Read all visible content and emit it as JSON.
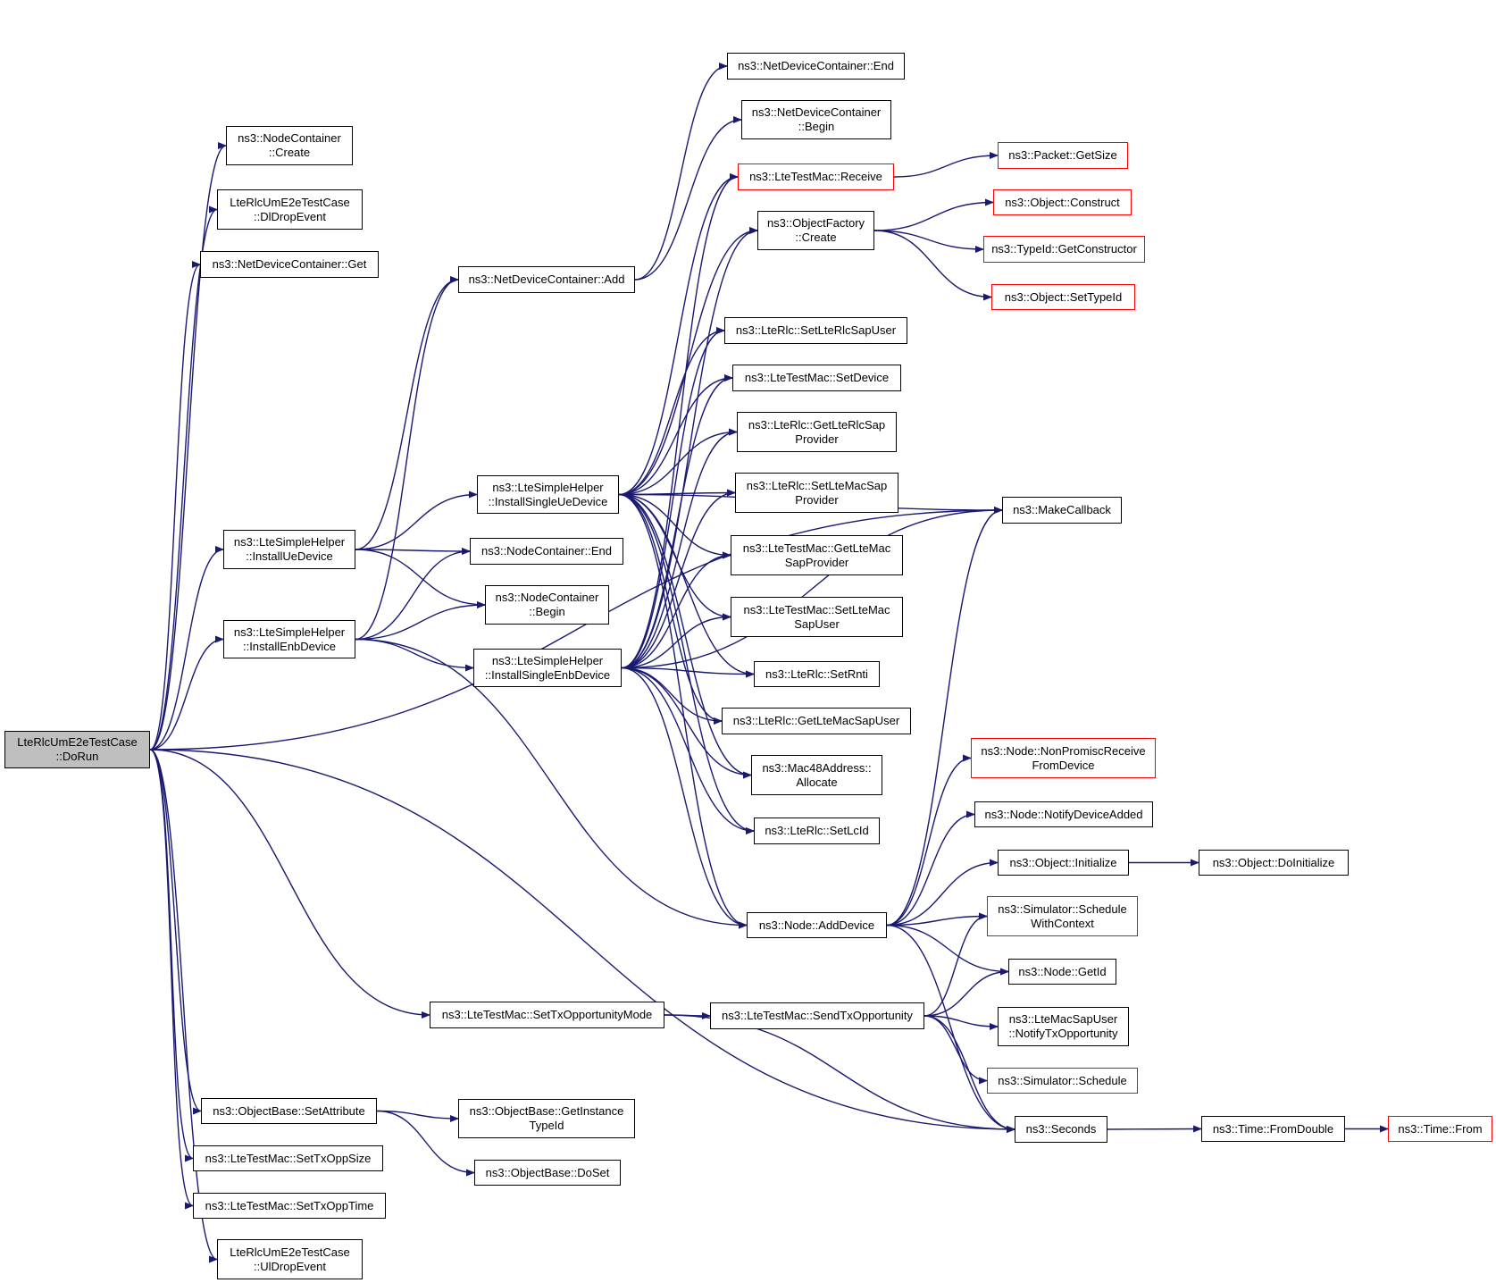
{
  "colors": {
    "edge": "#191970",
    "node_border": "#000000",
    "truncated_border": "#ff0000",
    "root_fill": "#bfbfbf"
  },
  "nodes": [
    {
      "id": "root",
      "lines": [
        "LteRlcUmE2eTestCase",
        "::DoRun"
      ]
    },
    {
      "id": "nc_create",
      "lines": [
        "ns3::NodeContainer",
        "::Create"
      ]
    },
    {
      "id": "dldrop",
      "lines": [
        "LteRlcUmE2eTestCase",
        "::DlDropEvent"
      ]
    },
    {
      "id": "ndc_get",
      "lines": [
        "ns3::NetDeviceContainer::Get"
      ]
    },
    {
      "id": "inst_ue",
      "lines": [
        "ns3::LteSimpleHelper",
        "::InstallUeDevice"
      ]
    },
    {
      "id": "inst_enb",
      "lines": [
        "ns3::LteSimpleHelper",
        "::InstallEnbDevice"
      ]
    },
    {
      "id": "set_txopp_mode",
      "lines": [
        "ns3::LteTestMac::SetTxOpportunityMode"
      ]
    },
    {
      "id": "set_attr",
      "lines": [
        "ns3::ObjectBase::SetAttribute"
      ]
    },
    {
      "id": "set_txopp_size",
      "lines": [
        "ns3::LteTestMac::SetTxOppSize"
      ]
    },
    {
      "id": "set_txopp_time",
      "lines": [
        "ns3::LteTestMac::SetTxOppTime"
      ]
    },
    {
      "id": "uldrop",
      "lines": [
        "LteRlcUmE2eTestCase",
        "::UlDropEvent"
      ]
    },
    {
      "id": "ndc_add",
      "lines": [
        "ns3::NetDeviceContainer::Add"
      ]
    },
    {
      "id": "inst_single_ue",
      "lines": [
        "ns3::LteSimpleHelper",
        "::InstallSingleUeDevice"
      ]
    },
    {
      "id": "nc_end",
      "lines": [
        "ns3::NodeContainer::End"
      ]
    },
    {
      "id": "nc_begin",
      "lines": [
        "ns3::NodeContainer",
        "::Begin"
      ]
    },
    {
      "id": "inst_single_enb",
      "lines": [
        "ns3::LteSimpleHelper",
        "::InstallSingleEnbDevice"
      ]
    },
    {
      "id": "ob_get_inst",
      "lines": [
        "ns3::ObjectBase::GetInstance",
        "TypeId"
      ]
    },
    {
      "id": "ob_doset",
      "lines": [
        "ns3::ObjectBase::DoSet"
      ]
    },
    {
      "id": "ndc_end",
      "lines": [
        "ns3::NetDeviceContainer::End"
      ]
    },
    {
      "id": "ndc_begin",
      "lines": [
        "ns3::NetDeviceContainer",
        "::Begin"
      ]
    },
    {
      "id": "mac_receive",
      "lines": [
        "ns3::LteTestMac::Receive"
      ],
      "truncated": true
    },
    {
      "id": "of_create",
      "lines": [
        "ns3::ObjectFactory",
        "::Create"
      ]
    },
    {
      "id": "rlc_set_sapuser",
      "lines": [
        "ns3::LteRlc::SetLteRlcSapUser"
      ]
    },
    {
      "id": "mac_set_device",
      "lines": [
        "ns3::LteTestMac::SetDevice"
      ]
    },
    {
      "id": "rlc_get_sapprov",
      "lines": [
        "ns3::LteRlc::GetLteRlcSap",
        "Provider"
      ]
    },
    {
      "id": "rlc_set_macsap",
      "lines": [
        "ns3::LteRlc::SetLteMacSap",
        "Provider"
      ]
    },
    {
      "id": "mac_get_macsap",
      "lines": [
        "ns3::LteTestMac::GetLteMac",
        "SapProvider"
      ]
    },
    {
      "id": "mac_set_macsapuser",
      "lines": [
        "ns3::LteTestMac::SetLteMac",
        "SapUser"
      ]
    },
    {
      "id": "rlc_set_rnti",
      "lines": [
        "ns3::LteRlc::SetRnti"
      ]
    },
    {
      "id": "rlc_get_macsapuser",
      "lines": [
        "ns3::LteRlc::GetLteMacSapUser"
      ]
    },
    {
      "id": "mac48_alloc",
      "lines": [
        "ns3::Mac48Address::",
        "Allocate"
      ]
    },
    {
      "id": "rlc_set_lcid",
      "lines": [
        "ns3::LteRlc::SetLcId"
      ]
    },
    {
      "id": "node_adddevice",
      "lines": [
        "ns3::Node::AddDevice"
      ]
    },
    {
      "id": "mac_send_txopp",
      "lines": [
        "ns3::LteTestMac::SendTxOpportunity"
      ]
    },
    {
      "id": "packet_getsize",
      "lines": [
        "ns3::Packet::GetSize"
      ],
      "truncated": true
    },
    {
      "id": "obj_construct",
      "lines": [
        "ns3::Object::Construct"
      ],
      "truncated": true
    },
    {
      "id": "typeid_getctor",
      "lines": [
        "ns3::TypeId::GetConstructor"
      ],
      "truncated": true
    },
    {
      "id": "obj_settypeid",
      "lines": [
        "ns3::Object::SetTypeId"
      ],
      "truncated": true
    },
    {
      "id": "makecallback",
      "lines": [
        "ns3::MakeCallback"
      ]
    },
    {
      "id": "node_nonpromisc",
      "lines": [
        "ns3::Node::NonPromiscReceive",
        "FromDevice"
      ],
      "truncated": true
    },
    {
      "id": "node_notify_added",
      "lines": [
        "ns3::Node::NotifyDeviceAdded"
      ]
    },
    {
      "id": "obj_initialize",
      "lines": [
        "ns3::Object::Initialize"
      ]
    },
    {
      "id": "sim_schedule_ctx",
      "lines": [
        "ns3::Simulator::Schedule",
        "WithContext"
      ],
      "truncated": true
    },
    {
      "id": "node_getid",
      "lines": [
        "ns3::Node::GetId"
      ]
    },
    {
      "id": "macsapuser_notify",
      "lines": [
        "ns3::LteMacSapUser",
        "::NotifyTxOpportunity"
      ]
    },
    {
      "id": "sim_schedule",
      "lines": [
        "ns3::Simulator::Schedule"
      ],
      "truncated": true
    },
    {
      "id": "seconds",
      "lines": [
        "ns3::Seconds"
      ]
    },
    {
      "id": "obj_doinitialize",
      "lines": [
        "ns3::Object::DoInitialize"
      ]
    },
    {
      "id": "time_fromdouble",
      "lines": [
        "ns3::Time::FromDouble"
      ]
    },
    {
      "id": "time_from",
      "lines": [
        "ns3::Time::From"
      ],
      "truncated": true
    }
  ],
  "edges": [
    [
      "root",
      "nc_create"
    ],
    [
      "root",
      "dldrop"
    ],
    [
      "root",
      "ndc_get"
    ],
    [
      "root",
      "inst_ue"
    ],
    [
      "root",
      "inst_enb"
    ],
    [
      "root",
      "set_txopp_mode"
    ],
    [
      "root",
      "set_attr"
    ],
    [
      "root",
      "set_txopp_size"
    ],
    [
      "root",
      "set_txopp_time"
    ],
    [
      "root",
      "uldrop"
    ],
    [
      "root",
      "makecallback"
    ],
    [
      "root",
      "seconds"
    ],
    [
      "inst_ue",
      "ndc_add"
    ],
    [
      "inst_ue",
      "inst_single_ue"
    ],
    [
      "inst_ue",
      "nc_end"
    ],
    [
      "inst_ue",
      "nc_begin"
    ],
    [
      "inst_enb",
      "ndc_add"
    ],
    [
      "inst_enb",
      "nc_end"
    ],
    [
      "inst_enb",
      "nc_begin"
    ],
    [
      "inst_enb",
      "inst_single_enb"
    ],
    [
      "inst_enb",
      "node_adddevice"
    ],
    [
      "ndc_add",
      "ndc_end"
    ],
    [
      "ndc_add",
      "ndc_begin"
    ],
    [
      "inst_single_ue",
      "mac_receive"
    ],
    [
      "inst_single_ue",
      "of_create"
    ],
    [
      "inst_single_ue",
      "rlc_set_sapuser"
    ],
    [
      "inst_single_ue",
      "mac_set_device"
    ],
    [
      "inst_single_ue",
      "rlc_get_sapprov"
    ],
    [
      "inst_single_ue",
      "rlc_set_macsap"
    ],
    [
      "inst_single_ue",
      "mac_get_macsap"
    ],
    [
      "inst_single_ue",
      "mac_set_macsapuser"
    ],
    [
      "inst_single_ue",
      "rlc_set_rnti"
    ],
    [
      "inst_single_ue",
      "rlc_get_macsapuser"
    ],
    [
      "inst_single_ue",
      "mac48_alloc"
    ],
    [
      "inst_single_ue",
      "rlc_set_lcid"
    ],
    [
      "inst_single_ue",
      "node_adddevice"
    ],
    [
      "inst_single_ue",
      "makecallback"
    ],
    [
      "inst_single_enb",
      "mac_receive"
    ],
    [
      "inst_single_enb",
      "of_create"
    ],
    [
      "inst_single_enb",
      "rlc_set_sapuser"
    ],
    [
      "inst_single_enb",
      "mac_set_device"
    ],
    [
      "inst_single_enb",
      "rlc_get_sapprov"
    ],
    [
      "inst_single_enb",
      "rlc_set_macsap"
    ],
    [
      "inst_single_enb",
      "mac_get_macsap"
    ],
    [
      "inst_single_enb",
      "mac_set_macsapuser"
    ],
    [
      "inst_single_enb",
      "rlc_set_rnti"
    ],
    [
      "inst_single_enb",
      "rlc_get_macsapuser"
    ],
    [
      "inst_single_enb",
      "mac48_alloc"
    ],
    [
      "inst_single_enb",
      "rlc_set_lcid"
    ],
    [
      "inst_single_enb",
      "node_adddevice"
    ],
    [
      "inst_single_enb",
      "makecallback"
    ],
    [
      "mac_receive",
      "packet_getsize"
    ],
    [
      "of_create",
      "obj_construct"
    ],
    [
      "of_create",
      "typeid_getctor"
    ],
    [
      "of_create",
      "obj_settypeid"
    ],
    [
      "node_adddevice",
      "makecallback"
    ],
    [
      "node_adddevice",
      "node_nonpromisc"
    ],
    [
      "node_adddevice",
      "node_notify_added"
    ],
    [
      "node_adddevice",
      "obj_initialize"
    ],
    [
      "node_adddevice",
      "sim_schedule_ctx"
    ],
    [
      "node_adddevice",
      "node_getid"
    ],
    [
      "node_adddevice",
      "seconds"
    ],
    [
      "set_txopp_mode",
      "mac_send_txopp"
    ],
    [
      "set_txopp_mode",
      "seconds"
    ],
    [
      "mac_send_txopp",
      "sim_schedule_ctx"
    ],
    [
      "mac_send_txopp",
      "node_getid"
    ],
    [
      "mac_send_txopp",
      "macsapuser_notify"
    ],
    [
      "mac_send_txopp",
      "sim_schedule"
    ],
    [
      "mac_send_txopp",
      "seconds"
    ],
    [
      "set_attr",
      "ob_get_inst"
    ],
    [
      "set_attr",
      "ob_doset"
    ],
    [
      "obj_initialize",
      "obj_doinitialize"
    ],
    [
      "seconds",
      "time_fromdouble"
    ],
    [
      "time_fromdouble",
      "time_from"
    ]
  ]
}
